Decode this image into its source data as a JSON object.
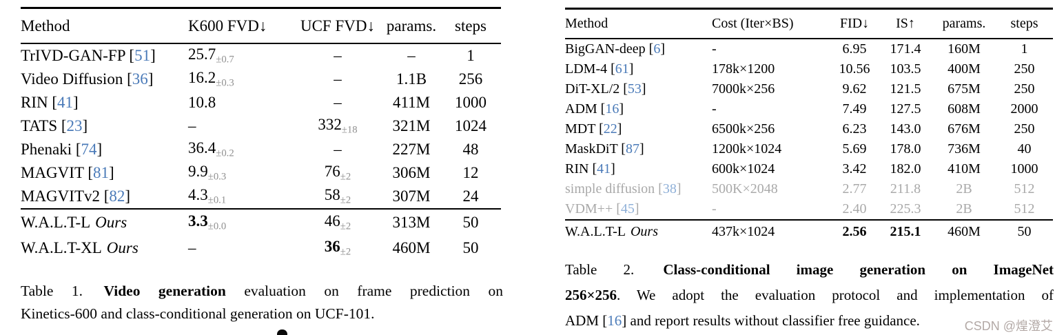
{
  "t1": {
    "headers": {
      "method": "Method",
      "k600": "K600 FVD↓",
      "ucf": "UCF FVD↓",
      "params": "params.",
      "steps": "steps"
    },
    "rows": [
      {
        "m": "TrIVD-GAN-FP [",
        "cite": "51",
        "rb": "]",
        "k600": "25.7",
        "k600_sub": "±0.7",
        "ucf": "–",
        "params": "–",
        "steps": "1"
      },
      {
        "m": "Video Diffusion [",
        "cite": "36",
        "rb": "]",
        "k600": "16.2",
        "k600_sub": "±0.3",
        "ucf": "–",
        "params": "1.1B",
        "steps": "256"
      },
      {
        "m": "RIN [",
        "cite": "41",
        "rb": "]",
        "k600": "10.8",
        "ucf": "–",
        "params": "411M",
        "steps": "1000"
      },
      {
        "m": "TATS [",
        "cite": "23",
        "rb": "]",
        "k600": "–",
        "ucf": "332",
        "ucf_sub": "±18",
        "params": "321M",
        "steps": "1024"
      },
      {
        "m": "Phenaki [",
        "cite": "74",
        "rb": "]",
        "k600": "36.4",
        "k600_sub": "±0.2",
        "ucf": "–",
        "params": "227M",
        "steps": "48"
      },
      {
        "m": "MAGVIT [",
        "cite": "81",
        "rb": "]",
        "k600": "9.9",
        "k600_sub": "±0.3",
        "ucf": "76",
        "ucf_sub": "±2",
        "params": "306M",
        "steps": "12"
      },
      {
        "m": "MAGVITv2 [",
        "cite": "82",
        "rb": "]",
        "k600": "4.3",
        "k600_sub": "±0.1",
        "ucf": "58",
        "ucf_sub": "±2",
        "params": "307M",
        "steps": "24"
      },
      {
        "m": "W.A.L.T-L",
        "ours": "Ours",
        "k600": "3.3",
        "k600_sub": "±0.0",
        "ucf": "46",
        "ucf_sub": "±2",
        "params": "313M",
        "steps": "50"
      },
      {
        "m": "W.A.L.T-XL",
        "ours": "Ours",
        "k600": "–",
        "ucf": "36",
        "ucf_sub": "±2",
        "params": "460M",
        "steps": "50"
      }
    ],
    "caption": {
      "label": "Table 1.",
      "bold": "Video generation",
      "rest": "evaluation on frame prediction on",
      "line2": "Kinetics-600 and class-conditional generation on UCF-101."
    }
  },
  "t2": {
    "headers": {
      "method": "Method",
      "cost": "Cost (Iter×BS)",
      "fid": "FID↓",
      "is": "IS↑",
      "params": "params.",
      "steps": "steps"
    },
    "rows": [
      {
        "m": "BigGAN-deep [",
        "cite": "6",
        "rb": "]",
        "cost": "-",
        "fid": "6.95",
        "is": "171.4",
        "params": "160M",
        "steps": "1"
      },
      {
        "m": "LDM-4 [",
        "cite": "61",
        "rb": "]",
        "cost": "178k×1200",
        "fid": "10.56",
        "is": "103.5",
        "params": "400M",
        "steps": "250"
      },
      {
        "m": "DiT-XL/2 [",
        "cite": "53",
        "rb": "]",
        "cost": "7000k×256",
        "fid": "9.62",
        "is": "121.5",
        "params": "675M",
        "steps": "250"
      },
      {
        "m": "ADM [",
        "cite": "16",
        "rb": "]",
        "cost": "-",
        "fid": "7.49",
        "is": "127.5",
        "params": "608M",
        "steps": "2000"
      },
      {
        "m": "MDT [",
        "cite": "22",
        "rb": "]",
        "cost": "6500k×256",
        "fid": "6.23",
        "is": "143.0",
        "params": "676M",
        "steps": "250"
      },
      {
        "m": "MaskDiT [",
        "cite": "87",
        "rb": "]",
        "cost": "1200k×1024",
        "fid": "5.69",
        "is": "178.0",
        "params": "736M",
        "steps": "40"
      },
      {
        "m": "RIN [",
        "cite": "41",
        "rb": "]",
        "cost": "600k×1024",
        "fid": "3.42",
        "is": "182.0",
        "params": "410M",
        "steps": "1000"
      },
      {
        "m": "simple diffusion [",
        "cite": "38",
        "rb": "]",
        "cost": "500K×2048",
        "fid": "2.77",
        "is": "211.8",
        "params": "2B",
        "steps": "512"
      },
      {
        "m": "VDM++ [",
        "cite": "45",
        "rb": "]",
        "cost": "-",
        "fid": "2.40",
        "is": "225.3",
        "params": "2B",
        "steps": "512"
      },
      {
        "m": "W.A.L.T-L",
        "ours": "Ours",
        "cost": "437k×1024",
        "fid": "2.56",
        "is": "215.1",
        "params": "460M",
        "steps": "50"
      }
    ],
    "caption": {
      "label": "Table 2.",
      "bold1": "Class-conditional image generation on ImageNet",
      "bold2": "256×256",
      "rest2": ". We adopt the evaluation protocol and implementation of",
      "line3_pre": "ADM [",
      "cite": "16",
      "line3_post": "] and report results without classifier free guidance."
    }
  },
  "watermark": {
    "text": "CSDN @煌澄艾"
  },
  "colors": {
    "citation_blue": "#4a7ab8",
    "dim_citation_blue": "#8fb0d8",
    "subscript_gray": "#8f8f8f",
    "dim_row_gray": "#a9a9a9",
    "watermark_gray": "#b3a9a6"
  }
}
